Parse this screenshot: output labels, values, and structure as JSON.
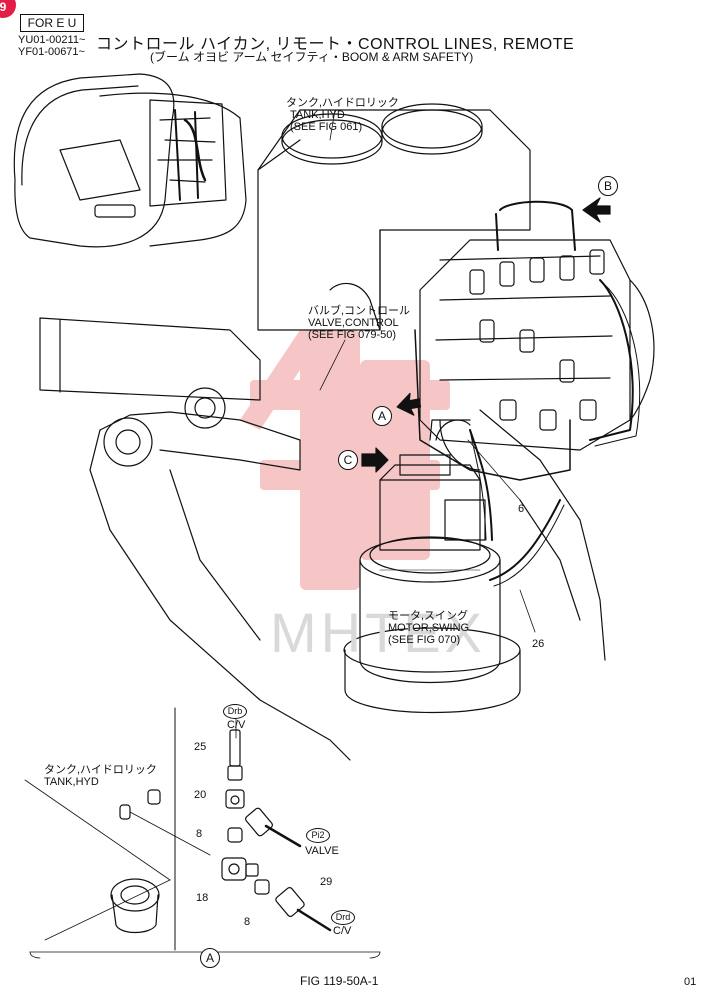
{
  "header": {
    "corner_badge": "9",
    "region": "FOR E U",
    "serial_1": "YU01-00211~",
    "serial_2": "YF01-00671~",
    "title": "コントロール ハイカン,  リモート・CONTROL LINES, REMOTE",
    "subtitle": "(ブーム オヨビ アーム セイフティ・BOOM & ARM SAFETY)"
  },
  "labels": {
    "tank_jp": "タンク,ハイドロリック",
    "tank_en": "TANK,HYD",
    "tank_ref": "(SEE FIG 061)",
    "valve_jp": "バルブ,コントロール",
    "valve_en": "VALVE,CONTROL",
    "valve_ref": "(SEE FIG 079-50)",
    "motor_jp": "モータ,スイング",
    "motor_en": "MOTOR,SWING",
    "motor_ref": "(SEE FIG 070)",
    "detail_tank_jp": "タンク,ハイドロリック",
    "detail_tank_en": "TANK,HYD",
    "cv": "C/V",
    "cv2": "C/V",
    "valve": "VALVE"
  },
  "callouts": {
    "A": "A",
    "B": "B",
    "C": "C",
    "detail": "A"
  },
  "tags": {
    "drb": "Drb",
    "pi2": "Pi2",
    "drd": "Drd"
  },
  "parts": {
    "p6": "6",
    "p26": "26",
    "p25": "25",
    "p20": "20",
    "p8a": "8",
    "p18": "18",
    "p8b": "8",
    "p29": "29"
  },
  "watermark": "MHTEX",
  "footer": {
    "figure": "FIG 119-50A-1",
    "page": "01"
  }
}
